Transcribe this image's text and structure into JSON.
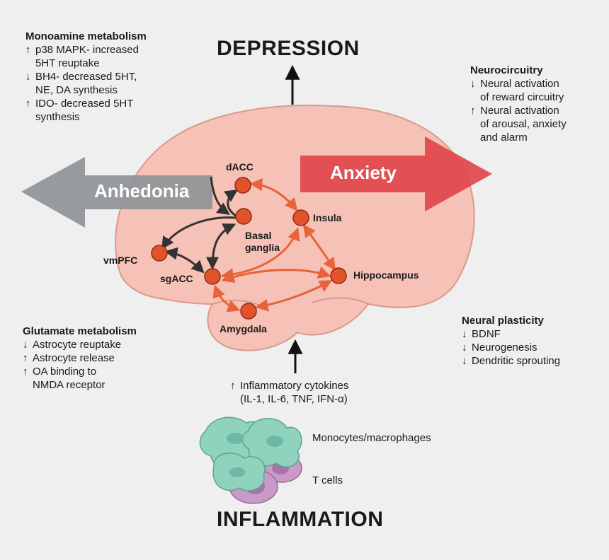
{
  "titles": {
    "top": "DEPRESSION",
    "bottom": "INFLAMMATION"
  },
  "arrows": {
    "left": "Anhedonia",
    "right": "Anxiety"
  },
  "nodes": {
    "dacc": "dACC",
    "insula": "Insula",
    "basal_line1": "Basal",
    "basal_line2": "ganglia",
    "vmpfc": "vmPFC",
    "sgacc": "sgACC",
    "hippocampus": "Hippocampus",
    "amygdala": "Amygdala"
  },
  "monoamine": {
    "heading": "Monoamine metabolism",
    "items": [
      {
        "arrow": "↑",
        "line1": "p38 MAPK- increased",
        "line2": "5HT reuptake"
      },
      {
        "arrow": "↓",
        "line1": "BH4- decreased 5HT,",
        "line2": "NE, DA synthesis"
      },
      {
        "arrow": "↑",
        "line1": "IDO- decreased 5HT",
        "line2": "synthesis"
      }
    ]
  },
  "neurocircuitry": {
    "heading": "Neurocircuitry",
    "items": [
      {
        "arrow": "↓",
        "line1": "Neural activation",
        "line2": "of reward circuitry"
      },
      {
        "arrow": "↑",
        "line1": "Neural activation",
        "line2": "of arousal, anxiety",
        "line3": "and alarm"
      }
    ]
  },
  "glutamate": {
    "heading": "Glutamate metabolism",
    "items": [
      {
        "arrow": "↓",
        "line1": "Astrocyte reuptake"
      },
      {
        "arrow": "↑",
        "line1": "Astrocyte release"
      },
      {
        "arrow": "↑",
        "line1": "OA binding to",
        "line2": "NMDA receptor"
      }
    ]
  },
  "plasticity": {
    "heading": "Neural plasticity",
    "items": [
      {
        "arrow": "↓",
        "line1": "BDNF"
      },
      {
        "arrow": "↓",
        "line1": "Neurogenesis"
      },
      {
        "arrow": "↓",
        "line1": "Dendritic sprouting"
      }
    ]
  },
  "cytokines": {
    "arrow": "↑",
    "line1": "Inflammatory cytokines",
    "line2": "(IL-1, IL-6, TNF, IFN-α)"
  },
  "cells": {
    "monocytes": "Monocytes/macrophages",
    "tcells": "T cells"
  },
  "colors": {
    "background": "#efefef",
    "brain": "#f6c1b6",
    "brain_outline": "#d89a8c",
    "node": "#e2532b",
    "node_stroke": "#8a2a12",
    "orange_arrow": "#e8623a",
    "dark_arrow": "#333333",
    "anxiety_arrow": "#e0474c",
    "anhedonia_arrow": "#8f9498",
    "monocyte": "#8fd3bf",
    "tcell": "#c99ac8"
  }
}
